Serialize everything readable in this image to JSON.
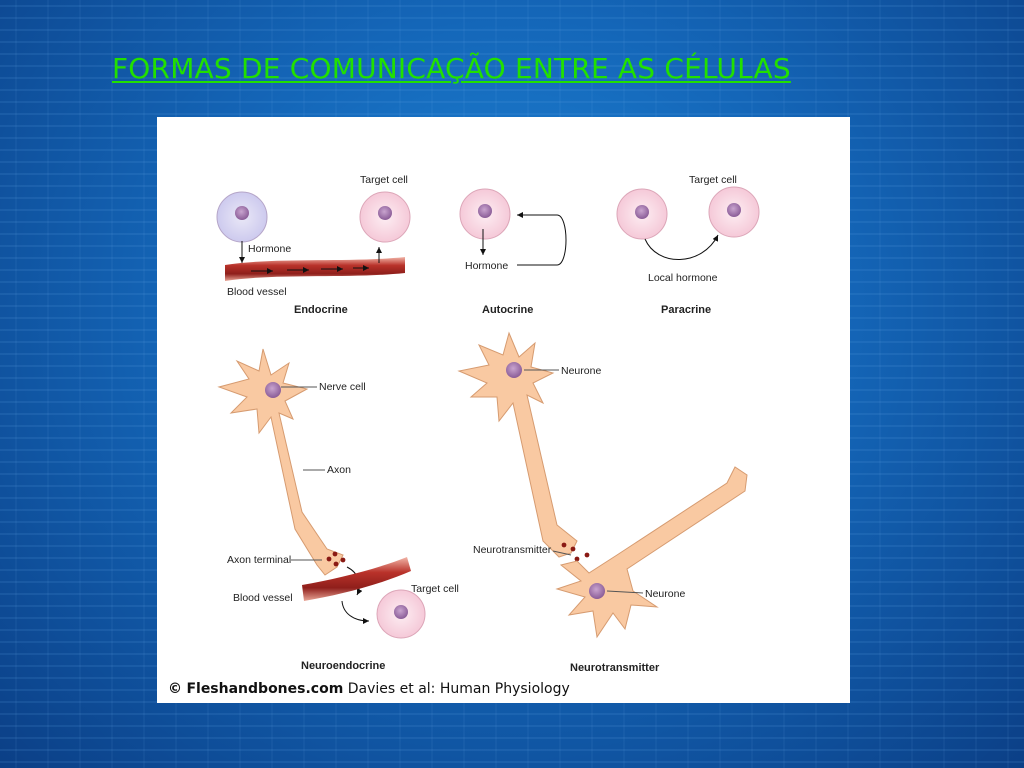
{
  "slide": {
    "title": "FORMAS DE COMUNICAÇÃO ENTRE AS CÉLULAS",
    "title_color": "#22e000",
    "background_color": "#1466b8"
  },
  "figure": {
    "labels": {
      "endocrine_target": "Target cell",
      "endocrine_hormone": "Hormone",
      "endocrine_vessel": "Blood vessel",
      "endocrine_caption": "Endocrine",
      "autocrine_hormone": "Hormone",
      "autocrine_caption": "Autocrine",
      "paracrine_target": "Target cell",
      "paracrine_local": "Local hormone",
      "paracrine_caption": "Paracrine",
      "ne_nerve_cell": "Nerve cell",
      "ne_axon": "Axon",
      "ne_axon_terminal": "Axon terminal",
      "ne_vessel": "Blood vessel",
      "ne_target": "Target cell",
      "ne_caption": "Neuroendocrine",
      "nt_neurone_top": "Neurone",
      "nt_neurotransmitter": "Neurotransmitter",
      "nt_neurone_bottom": "Neurone",
      "nt_caption": "Neurotransmitter"
    },
    "credit": {
      "symbol": "©",
      "site": "Fleshandbones.com",
      "source": "Davies et al: Human Physiology"
    }
  }
}
